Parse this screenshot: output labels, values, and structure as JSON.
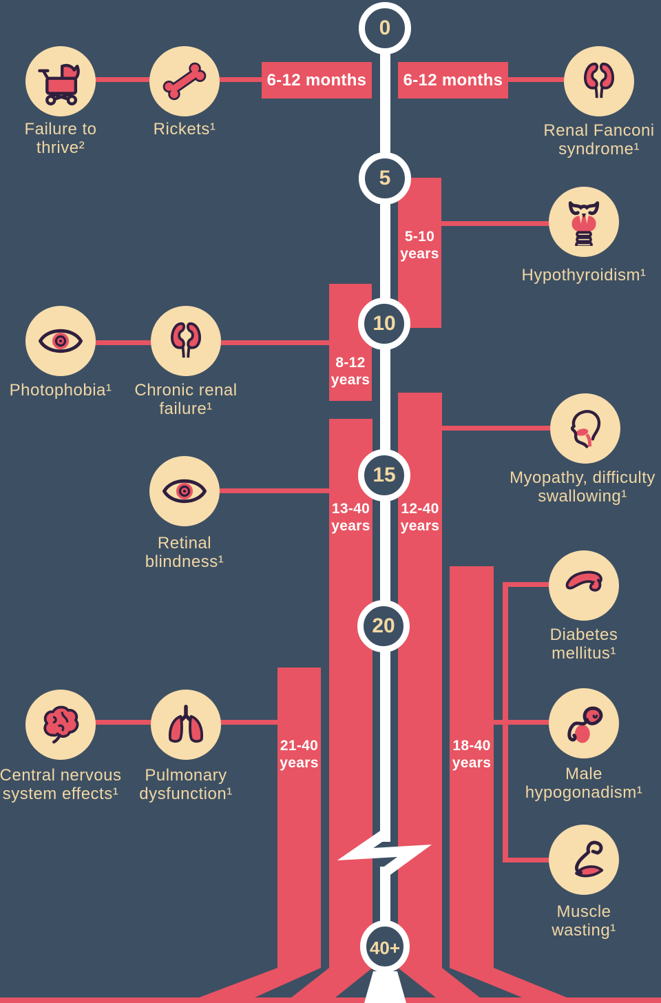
{
  "palette": {
    "background": "#3d4f63",
    "red": "#e85463",
    "cream_circle": "#f8deac",
    "label_cream": "#f0d7a4",
    "icon_outline_navy": "#2f1f3e",
    "timeline_white": "#ffffff"
  },
  "timeline": {
    "nodes": [
      "0",
      "5",
      "10",
      "15",
      "20",
      "40+"
    ]
  },
  "bars": {
    "months_left": "6-12 months",
    "months_right": "6-12 months",
    "y5_10": {
      "line1": "5-10",
      "line2": "years"
    },
    "y8_12": {
      "line1": "8-12",
      "line2": "years"
    },
    "y13_40": {
      "line1": "13-40",
      "line2": "years"
    },
    "y12_40": {
      "line1": "12-40",
      "line2": "years"
    },
    "y21_40": {
      "line1": "21-40",
      "line2": "years"
    },
    "y18_40": {
      "line1": "18-40",
      "line2": "years"
    }
  },
  "symptoms": {
    "failure_to_thrive": {
      "icon": "pram-icon",
      "line1": "Failure to",
      "line2": "thrive²"
    },
    "rickets": {
      "icon": "bone-icon",
      "line1": "Rickets¹",
      "line2": ""
    },
    "renal_fanconi": {
      "icon": "kidneys-icon",
      "line1": "Renal Fanconi",
      "line2": "syndrome¹"
    },
    "hypothyroidism": {
      "icon": "thyroid-icon",
      "line1": "Hypothyroidism¹",
      "line2": ""
    },
    "photophobia": {
      "icon": "eye-icon",
      "line1": "Photophobia¹",
      "line2": ""
    },
    "chronic_renal_failure": {
      "icon": "kidneys-icon",
      "line1": "Chronic renal",
      "line2": "failure¹"
    },
    "retinal_blindness": {
      "icon": "eye-icon",
      "line1": "Retinal",
      "line2": "blindness¹"
    },
    "myopathy": {
      "icon": "head-throat-icon",
      "line1": "Myopathy, difficulty",
      "line2": "swallowing¹"
    },
    "diabetes": {
      "icon": "pancreas-icon",
      "line1": "Diabetes",
      "line2": "mellitus¹"
    },
    "cns": {
      "icon": "brain-icon",
      "line1": "Central nervous",
      "line2": "system effects¹"
    },
    "pulmonary": {
      "icon": "lungs-icon",
      "line1": "Pulmonary",
      "line2": "dysfunction¹"
    },
    "male_hypogonadism": {
      "icon": "male-reproductive-icon",
      "line1": "Male",
      "line2": "hypogonadism¹"
    },
    "muscle_wasting": {
      "icon": "muscle-arm-icon",
      "line1": "Muscle",
      "line2": "wasting¹"
    }
  }
}
